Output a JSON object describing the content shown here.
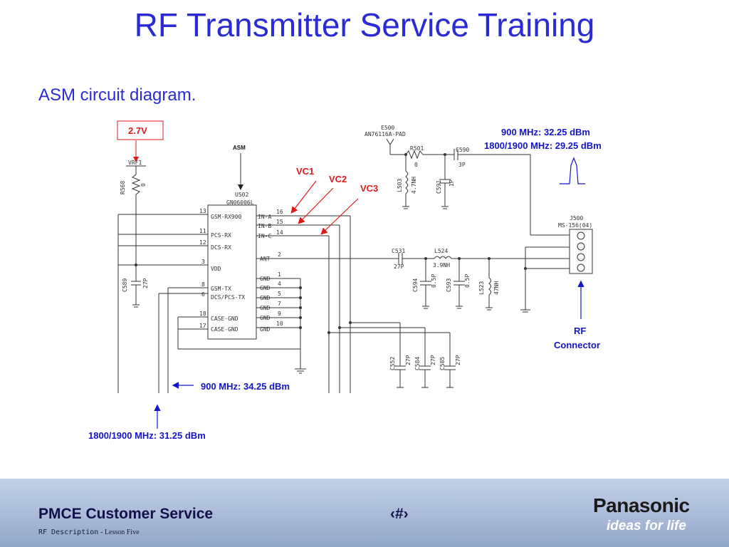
{
  "slide": {
    "title": "RF Transmitter Service Training",
    "subtitle": "ASM circuit diagram."
  },
  "annotations": {
    "supply": "2.7V",
    "asm": "ASM",
    "vc1": "VC1",
    "vc2": "VC2",
    "vc3": "VC3",
    "out_900": "900 MHz:  32.25 dBm",
    "out_1800": "1800/1900 MHz:  29.25 dBm",
    "in_900": "900 MHz:  34.25 dBm",
    "in_1800": "1800/1900 MHz:  31.25 dBm",
    "rf_connector_line1": "RF",
    "rf_connector_line2": "Connector"
  },
  "schematic": {
    "vrf1": "VRF1",
    "r568": "R568",
    "r568_val": "0",
    "u502": "U502",
    "u502_part": "GN06006L",
    "pins_left": [
      "GSM-RX900",
      "PCS-RX",
      "DCS-RX",
      "VDD",
      "GSM-TX",
      "DCS/PCS-TX",
      "CASE-GND",
      "CASE-GND"
    ],
    "pin_nums_left": [
      "13",
      "11",
      "12",
      "3",
      "8",
      "6",
      "18",
      "17"
    ],
    "pins_right": [
      "IN-A",
      "IN-B",
      "IN-C",
      "ANT",
      "GND",
      "GND",
      "GND",
      "GND",
      "GND",
      "GND"
    ],
    "pin_nums_right": [
      "16",
      "15",
      "14",
      "2",
      "1",
      "4",
      "5",
      "7",
      "9",
      "10"
    ],
    "c589": "C589",
    "c589_val": "27P",
    "e500": "E500",
    "e500_part": "AN76116A-PAD",
    "r501": "R501",
    "r501_val": "0",
    "c590": "C590",
    "c590_val": "3P",
    "l503": "L503",
    "l503_val": "4.7NH",
    "c591": "C591",
    "c591_val": "1P",
    "c531": "C531",
    "c531_val": "27P",
    "l524": "L524",
    "l524_val": "3.9NH",
    "c594": "C594",
    "c594_val": "0.5P",
    "c593": "C593",
    "c593_val": "0.5P",
    "l523": "L523",
    "l523_val": "47NH",
    "j500": "J500",
    "j500_part": "MS-156(04)",
    "c552": "C552",
    "c552_val": "27P",
    "c584": "C584",
    "c584_val": "27P",
    "c585": "C585",
    "c585_val": "27P"
  },
  "footer": {
    "org": "PMCE Customer Service",
    "page": "‹#›",
    "desc_mono": "RF Description",
    "desc_serif": "- Lesson Five",
    "brand": "Panasonic",
    "tagline": "ideas for life"
  },
  "colors": {
    "title": "#2b2bd6",
    "annotation_blue": "#1414c8",
    "annotation_red": "#e01818",
    "schematic": "#333333"
  }
}
